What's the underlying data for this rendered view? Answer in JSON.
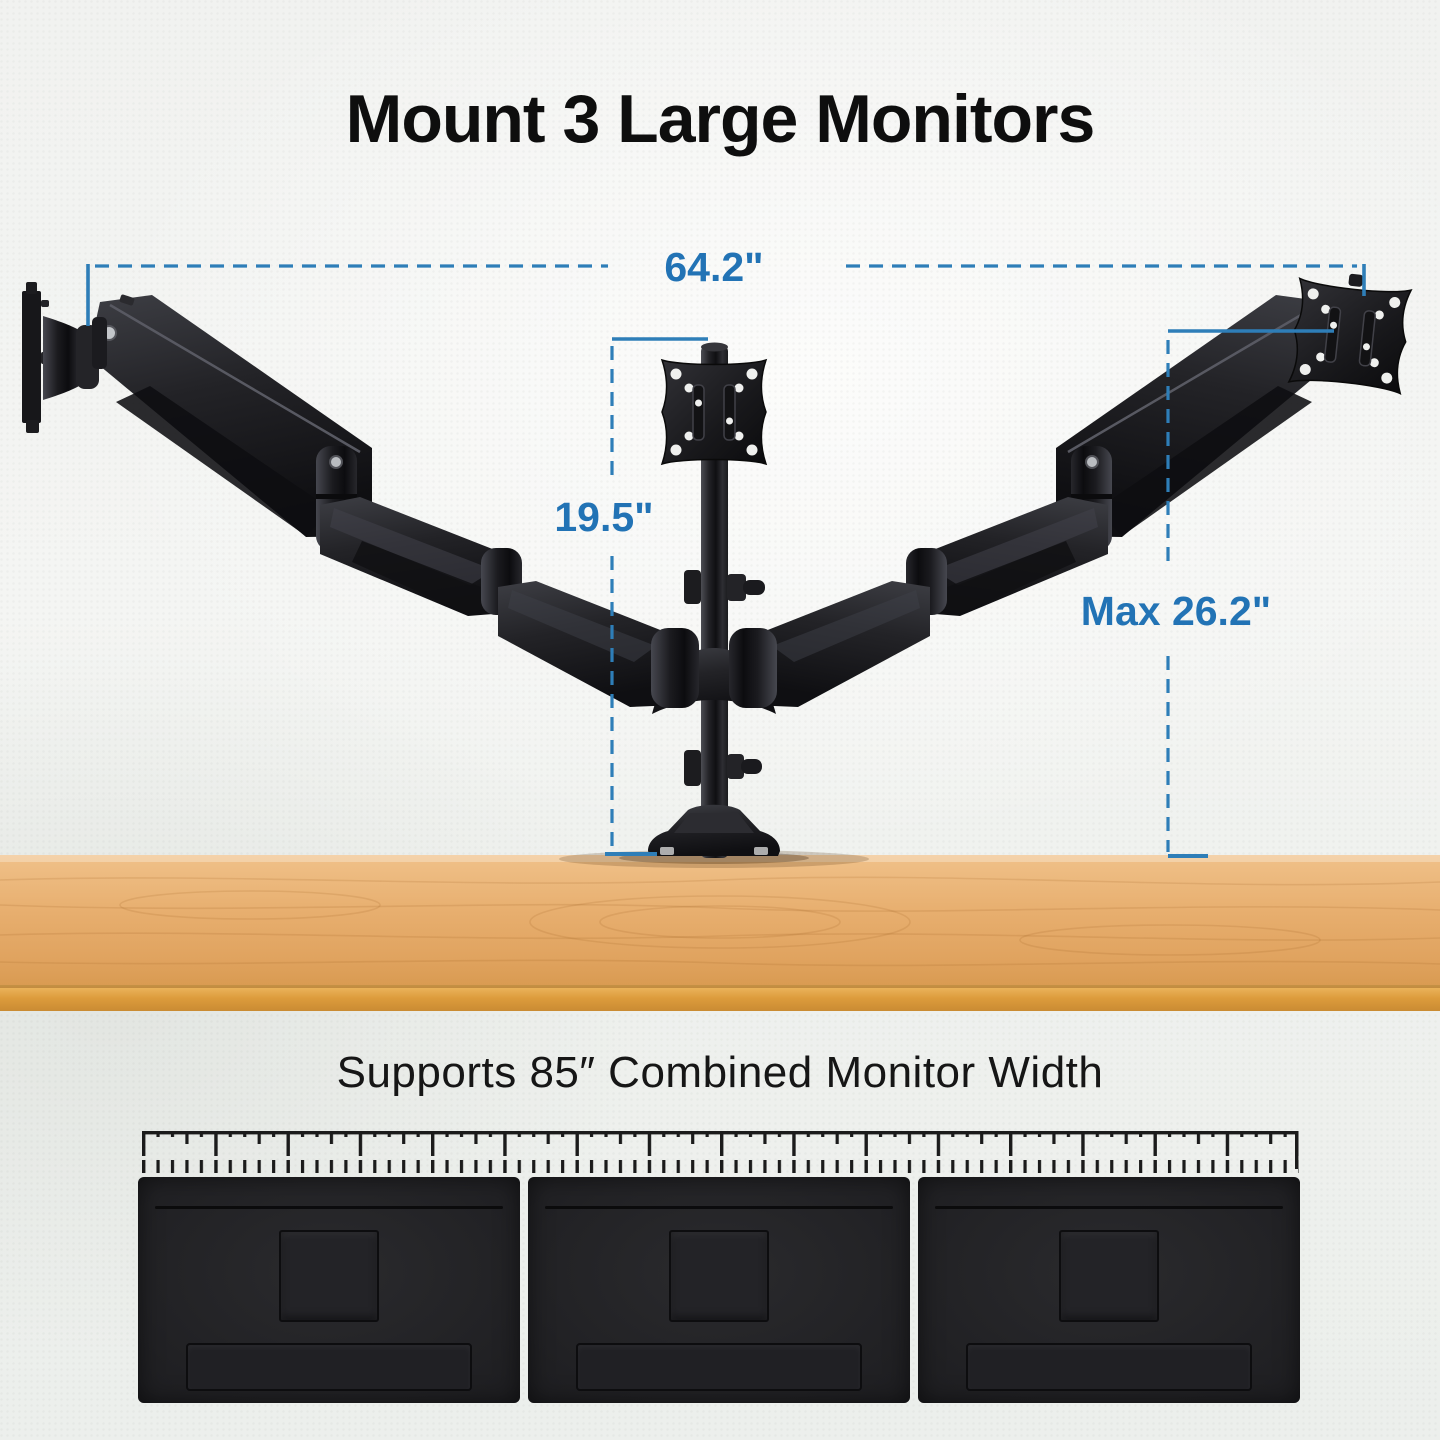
{
  "title": "Mount 3 Large Monitors",
  "scene": {
    "dim_width": "64.2\"",
    "dim_height": "19.5\"",
    "dim_max": "Max 26.2\""
  },
  "footer": {
    "caption": "Supports 85″ Combined Monitor Width"
  },
  "monitors": {
    "count": 3
  },
  "colors": {
    "dimension_line": "#2e7eb8",
    "dimension_text": "#2273b5",
    "wall": "#f2f3f1",
    "wood_top": "#e7ae6e",
    "wood_edge": "#dd9c3c",
    "hardware_black": "#1d1d20"
  }
}
